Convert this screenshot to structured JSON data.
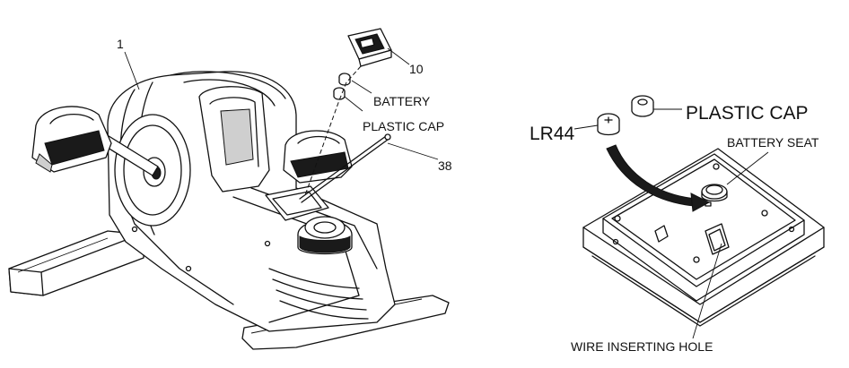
{
  "labels": {
    "part_1": "1",
    "part_10": "10",
    "battery": "BATTERY",
    "plastic_cap_left": "PLASTIC CAP",
    "part_38": "38",
    "lr44": "LR44",
    "plastic_cap_right": "PLASTIC CAP",
    "battery_seat": "BATTERY SEAT",
    "wire_inserting_hole": "WIRE INSERTING HOLE"
  }
}
